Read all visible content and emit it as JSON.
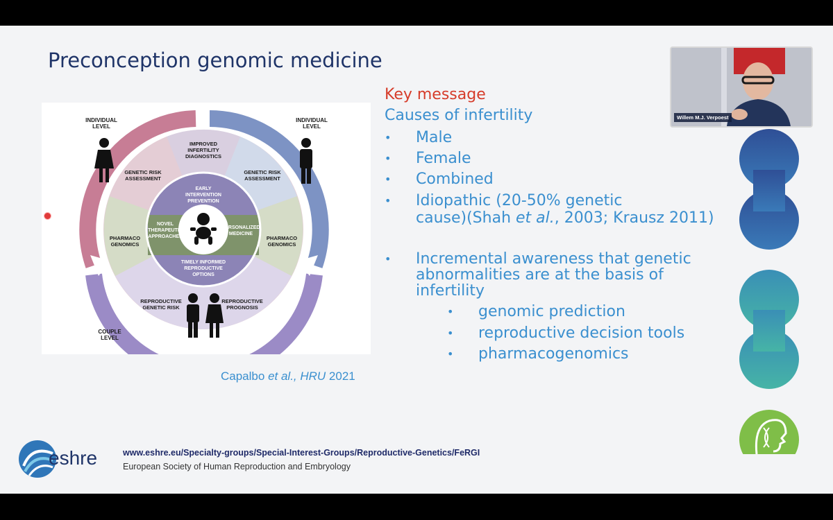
{
  "slide": {
    "title": "Preconception genomic medicine",
    "key_message": "Key message",
    "subheading": "Causes of infertility",
    "bullets": [
      {
        "text": "Male"
      },
      {
        "text": "Female"
      },
      {
        "text": "Combined"
      },
      {
        "line1": "Idiopathic (20-50% genetic",
        "line2_pre": "cause)(Shah ",
        "line2_italic": "et al.",
        "line2_post": ", 2003; Krausz 2011)"
      },
      {
        "line1": "Incremental awareness that genetic",
        "line2": "abnormalities are at the basis of",
        "line3": "infertility"
      }
    ],
    "sub_bullets": [
      "genomic prediction",
      "reproductive decision tools",
      "pharmacogenomics"
    ],
    "bullet_glyph": "•",
    "citation": {
      "author": "Capalbo ",
      "italic": "et al., HRU",
      "year": " 2021"
    },
    "figure": {
      "individual_level_left": [
        "INDIVIDUAL",
        "LEVEL"
      ],
      "individual_level_right": [
        "INDIVIDUAL",
        "LEVEL"
      ],
      "couple_level": [
        "COUPLE",
        "LEVEL"
      ],
      "improved_diagnostics": [
        "IMPROVED",
        "INFERTILITY",
        "DIAGNOSTICS"
      ],
      "genetic_risk_left": [
        "GENETIC RISK",
        "ASSESSMENT"
      ],
      "genetic_risk_right": [
        "GENETIC RISK",
        "ASSESSMENT"
      ],
      "pharmaco_left": [
        "PHARMACO",
        "GENOMICS"
      ],
      "pharmaco_right": [
        "PHARMACO",
        "GENOMICS"
      ],
      "reproductive_genetic_risk": [
        "REPRODUCTIVE",
        "GENETIC RISK"
      ],
      "reproductive_prognosis": [
        "REPRODUCTIVE",
        "PROGNOSIS"
      ],
      "early_intervention": [
        "EARLY",
        "INTERVENTION",
        "PREVENTION"
      ],
      "novel_therapeutic": [
        "NOVEL",
        "THERAPEUTIC",
        "APPROACHES"
      ],
      "personalized": [
        "PERSONALIZED",
        "MEDICINE"
      ],
      "timely_informed": [
        "TIMELY INFORMED",
        "REPRODUCTIVE",
        "OPTIONS"
      ]
    }
  },
  "webcam": {
    "name": "Willem M.J. Verpoest"
  },
  "footer": {
    "logo_text": "eshre",
    "link": "www.eshre.eu/Specialty-groups/Special-Interest-Groups/Reproductive-Genetics/FeRGI",
    "org": "European Society of Human Reproduction and Embryology"
  },
  "colors": {
    "title": "#1f3468",
    "key_message": "#d63c2a",
    "body_blue": "#3a8fcf",
    "ring_pink": "#c77d95",
    "ring_blue": "#7d93c4",
    "ring_purple": "#9b8bc6",
    "segment_green": "#7f936b"
  }
}
